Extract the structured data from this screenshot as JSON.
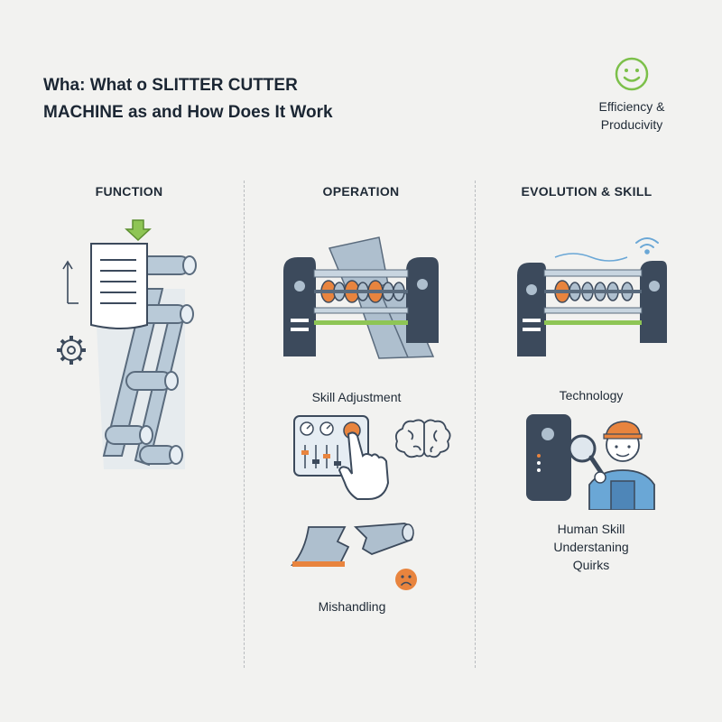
{
  "header": {
    "title_line1": "Wha: What o SLITTER CUTTER",
    "title_line2": "MACHINE as and How Does It Work"
  },
  "badge": {
    "icon": "smiley-icon",
    "label_line1": "Efficiency &",
    "label_line2": "Producivity",
    "color": "#7cc04a"
  },
  "columns": {
    "function": {
      "heading": "FUNCTION"
    },
    "operation": {
      "heading": "OPERATION",
      "skill_caption": "Skill Adjustment",
      "mishandling_caption": "Mishandling"
    },
    "evolution": {
      "heading": "EVOLUTION & SKILL",
      "technology_caption": "Technology",
      "human_line1": "Human Skill",
      "human_line2": "Understaning",
      "human_line3": "Quirks"
    }
  },
  "colors": {
    "navy": "#3c4a5c",
    "steel": "#aebfce",
    "orange": "#e8843e",
    "green": "#8ec555",
    "blue": "#6aa7d6"
  }
}
